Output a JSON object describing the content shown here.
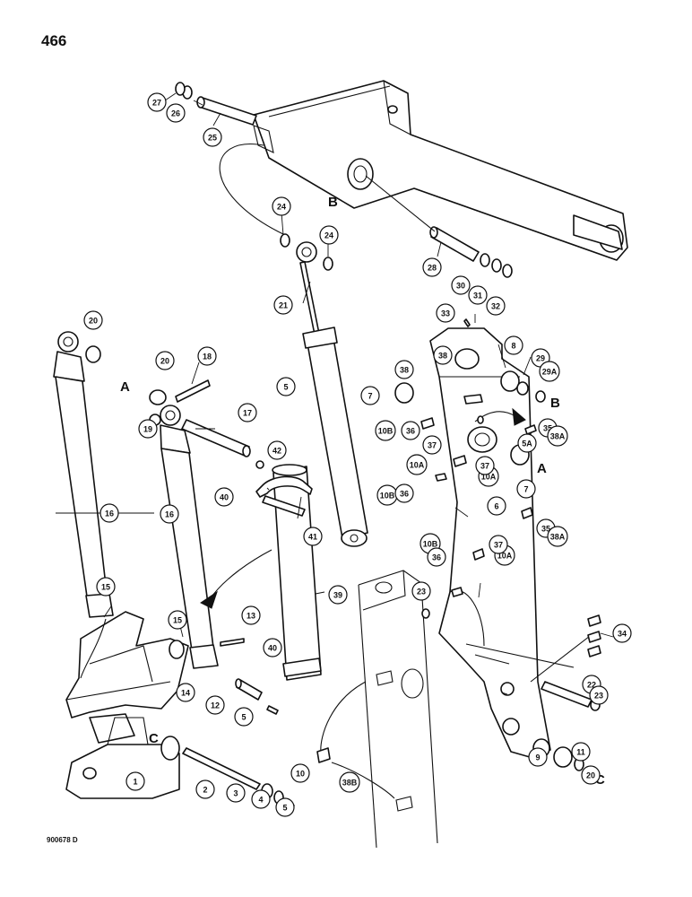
{
  "page": {
    "number": "466",
    "drawing_code": "900678 D"
  },
  "callouts": [
    "1",
    "2",
    "3",
    "4",
    "5",
    "5",
    "5",
    "5A",
    "6",
    "7",
    "7",
    "8",
    "9",
    "10",
    "10A",
    "10A",
    "10A",
    "10B",
    "10B",
    "10B",
    "11",
    "12",
    "13",
    "14",
    "15",
    "15",
    "16",
    "16",
    "17",
    "18",
    "19",
    "20",
    "20",
    "20",
    "21",
    "22",
    "23",
    "23",
    "24",
    "24",
    "25",
    "26",
    "27",
    "28",
    "29",
    "29A",
    "30",
    "31",
    "32",
    "33",
    "34",
    "35",
    "35",
    "36",
    "36",
    "36",
    "37",
    "37",
    "37",
    "38",
    "38",
    "38A",
    "38A",
    "38B",
    "39",
    "40",
    "40",
    "41",
    "42"
  ],
  "reference_letters": [
    "A",
    "A",
    "B",
    "B",
    "C",
    "C"
  ]
}
